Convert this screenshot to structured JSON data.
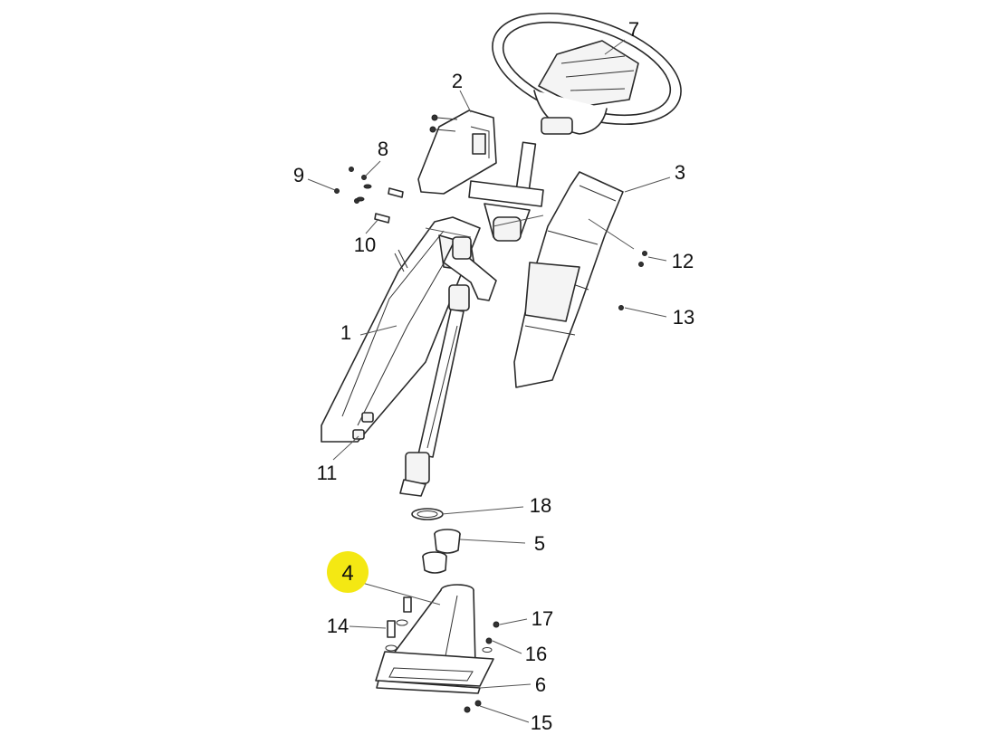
{
  "colors": {
    "highlight": "#f4e813",
    "line": "#2a2a2a",
    "leader": "#555555"
  },
  "highlighted": {
    "label": "4"
  },
  "callouts": [
    {
      "id": "1",
      "label": "1"
    },
    {
      "id": "2",
      "label": "2"
    },
    {
      "id": "3",
      "label": "3"
    },
    {
      "id": "5",
      "label": "5"
    },
    {
      "id": "6",
      "label": "6"
    },
    {
      "id": "7",
      "label": "7"
    },
    {
      "id": "8",
      "label": "8"
    },
    {
      "id": "9",
      "label": "9"
    },
    {
      "id": "10",
      "label": "10"
    },
    {
      "id": "11",
      "label": "11"
    },
    {
      "id": "12",
      "label": "12"
    },
    {
      "id": "13",
      "label": "13"
    },
    {
      "id": "14",
      "label": "14"
    },
    {
      "id": "15",
      "label": "15"
    },
    {
      "id": "16",
      "label": "16"
    },
    {
      "id": "17",
      "label": "17"
    },
    {
      "id": "18",
      "label": "18"
    }
  ]
}
